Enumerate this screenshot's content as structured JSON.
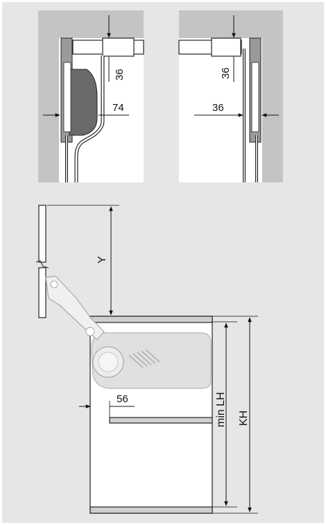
{
  "colors": {
    "panel_bg": "#e6e6e8",
    "section_bg": "#bdbdbf",
    "cabinet_fill": "#ffffff",
    "dim_line": "#111111",
    "mechanism_dark": "#6a6a6a",
    "mechanism_light": "#dcdcdc"
  },
  "top_left_detail": {
    "dim_vertical": "36",
    "dim_horizontal": "74"
  },
  "top_right_detail": {
    "dim_vertical": "36",
    "dim_horizontal": "36"
  },
  "main_view": {
    "dim_opening": "Y",
    "dim_shelf_offset": "56",
    "dim_min_height": "min LH",
    "dim_cabinet_height": "KH"
  }
}
